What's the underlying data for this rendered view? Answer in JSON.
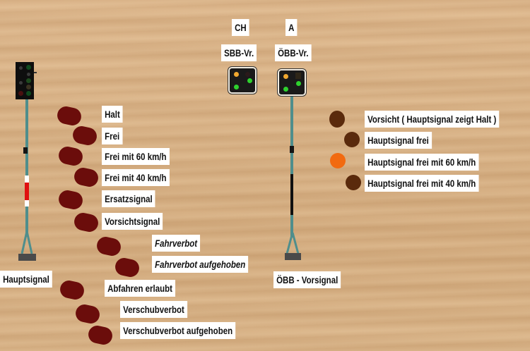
{
  "headers": {
    "ch": "CH",
    "a": "A",
    "sbb": "SBB-Vr.",
    "obb": "ÖBB-Vr."
  },
  "main_signal": {
    "label": "Hauptsignal",
    "states": [
      {
        "label": "Halt",
        "italic": false
      },
      {
        "label": "Frei",
        "italic": false
      },
      {
        "label": "Frei mit 60 km/h",
        "italic": false
      },
      {
        "label": "Frei mit 40 km/h",
        "italic": false
      },
      {
        "label": "Ersatzsignal",
        "italic": false
      },
      {
        "label": "Vorsichtsignal",
        "italic": false
      },
      {
        "label": "Fahrverbot",
        "italic": true
      },
      {
        "label": "Fahrverbot aufgehoben",
        "italic": true
      },
      {
        "label": "Abfahren erlaubt",
        "italic": false
      },
      {
        "label": "Verschubverbot",
        "italic": false
      },
      {
        "label": "Verschubverbot aufgehoben",
        "italic": false
      }
    ],
    "pill_color": "#6b0d0b"
  },
  "distant_signal": {
    "label": "ÖBB - Vorsignal",
    "states": [
      {
        "label": "Vorsicht ( Hauptsignal zeigt Halt )",
        "color": "#5a2a0c"
      },
      {
        "label": "Hauptsignal frei",
        "color": "#5a2a0c"
      },
      {
        "label": "Hauptsignal frei mit 60 km/h",
        "color": "#f26a10"
      },
      {
        "label": "Hauptsignal frei mit 40 km/h",
        "color": "#5a2a0c"
      }
    ]
  },
  "colors": {
    "pole": "#4f8e8c",
    "lamp_yellow": "#f0a830",
    "lamp_green": "#2ed12e",
    "stripe_red": "#e01010"
  }
}
